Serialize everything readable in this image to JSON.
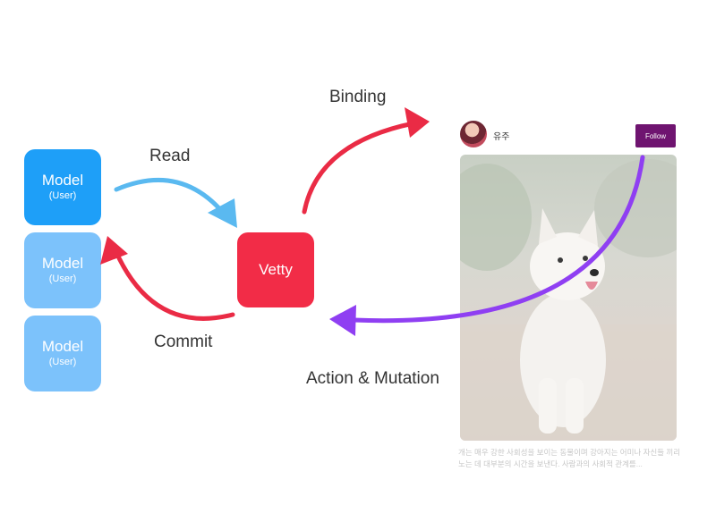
{
  "models": [
    {
      "title": "Model",
      "subtitle": "(User)",
      "color": "#1e9ff8"
    },
    {
      "title": "Model",
      "subtitle": "(User)",
      "color": "#7cc2fb"
    },
    {
      "title": "Model",
      "subtitle": "(User)",
      "color": "#7cc2fb"
    }
  ],
  "vetty": {
    "label": "Vetty",
    "color": "#f22c47"
  },
  "labels": {
    "read": "Read",
    "commit": "Commit",
    "binding": "Binding",
    "action": "Action & Mutation"
  },
  "arrow_colors": {
    "read": "#5ab9f0",
    "commit": "#ea2b45",
    "binding": "#ea2b45",
    "action": "#8f3ff2"
  },
  "post": {
    "username": "유주",
    "follow_label": "Follow",
    "caption": "개는 매우 강한 사회성을 보이는 동물이며 강아지는 어미나 자신들 끼리 노는 데 대부분의 시간을 보낸다. 사람과의 사회적 관계를..."
  }
}
